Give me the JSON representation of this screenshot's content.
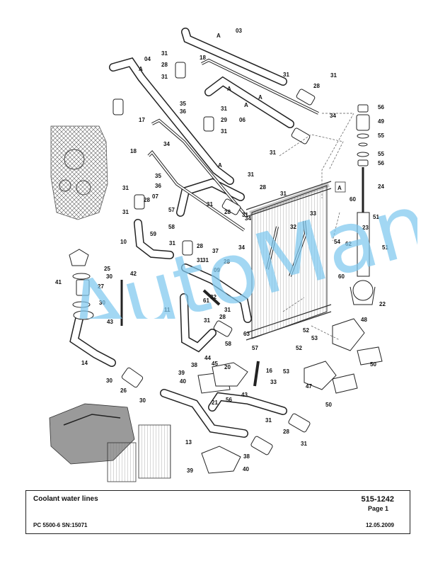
{
  "title_block": {
    "title": "Coolant water lines",
    "doc_number": "515-1242",
    "page": "Page 1",
    "model": "PC 5500-6 SN:15071",
    "date": "12.05.2009"
  },
  "watermark": {
    "text": "AutoManual"
  },
  "view_markers": [
    "A",
    "A",
    "A",
    "A",
    "A",
    "A"
  ],
  "view_box_label": "A",
  "part_labels": [
    "03",
    "04",
    "31",
    "28",
    "31",
    "18",
    "31",
    "28",
    "31",
    "35",
    "36",
    "31",
    "29",
    "31",
    "06",
    "31",
    "34",
    "56",
    "49",
    "55",
    "55",
    "56",
    "17",
    "34",
    "31",
    "28",
    "31",
    "18",
    "35",
    "36",
    "31",
    "28",
    "31",
    "07",
    "31",
    "28",
    "31",
    "24",
    "60",
    "57",
    "58",
    "59",
    "10",
    "31",
    "28",
    "31",
    "34",
    "34",
    "32",
    "33",
    "51",
    "23",
    "62",
    "54",
    "51",
    "60",
    "37",
    "31",
    "28",
    "09",
    "25",
    "30",
    "27",
    "30",
    "41",
    "42",
    "43",
    "11",
    "61",
    "32",
    "31",
    "28",
    "31",
    "22",
    "52",
    "53",
    "48",
    "63",
    "58",
    "57",
    "44",
    "45",
    "20",
    "52",
    "53",
    "50",
    "14",
    "30",
    "26",
    "30",
    "39",
    "40",
    "38",
    "21",
    "56",
    "43",
    "16",
    "33",
    "47",
    "50",
    "13",
    "31",
    "28",
    "31",
    "38",
    "39",
    "40"
  ]
}
